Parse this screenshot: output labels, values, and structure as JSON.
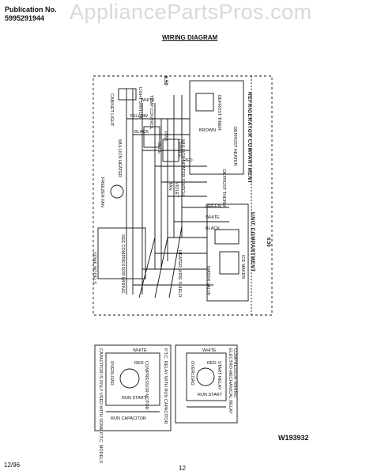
{
  "header": {
    "publication_label": "Publication No.",
    "publication_number": "5995291944",
    "watermark": "AppliancePartsPros.com",
    "title": "WIRING DIAGRAM"
  },
  "footer": {
    "date": "12/96",
    "page": "12",
    "code": "W193932"
  },
  "labels": {
    "refrigerator_compartment": "REFRIGERATOR COMPARTMENT",
    "unit_compartment": "UNIT COMPARTMENT",
    "dimension": "6.50",
    "light_switch": "LIGHT SWITCH",
    "cabinet_light": "CABINET LIGHT",
    "defrost_timer": "DEFROST TIMER",
    "defrost_heater": "DEFROST HEATER",
    "defrost_therm": "DEFROST THERM",
    "freezer_fan": "FREEZER FAN",
    "mullion_heater": "MULLION HEATER",
    "mullion_heater_switch": "MULLION HEATER SWITCH",
    "ice_maker": "ICE MAKER",
    "water_valve": "WATER VALVE",
    "heater_wire_shield": "HEATER WIRE SHIELD",
    "see_compressor_wiring": "SEE COMPRESSOR WIRING",
    "some_models": "SOME MODELS",
    "temp_control": "TEMP CONTROL",
    "compressor_wiring": "COMPRESSOR WIRING",
    "electro_mechanical_relay": "ELECTRO-MECHANICAL RELAY",
    "overload": "OVERLOAD",
    "run_start": "RUN START",
    "ptc_relay": "P.T.C. RELAY WITH RUN CAPACITOR",
    "capacitor_note": "CAPACITOR IS ONLY USED WITH SOME P.T.C. MODELS",
    "run_capacitor": "RUN CAPACITOR",
    "start_relay": "START RELAY",
    "compressor_motor": "COMPRESSOR MOTOR",
    "white": "WHITE",
    "black": "BLACK",
    "red": "RED",
    "green": "GREEN",
    "yellow": "YELLOW",
    "brown": "BROWN",
    "orange": "ORANGE",
    "blue": "BLUE",
    "pink": "PINK",
    "violet": "VIOLET",
    "tan": "TAN",
    "note_r": "R",
    "note_lw": "LW",
    "note_ts": "TS",
    "note_b": "B"
  },
  "colors": {
    "ink": "#111111",
    "paper": "#ffffff",
    "watermark": "#d9d9d9"
  }
}
